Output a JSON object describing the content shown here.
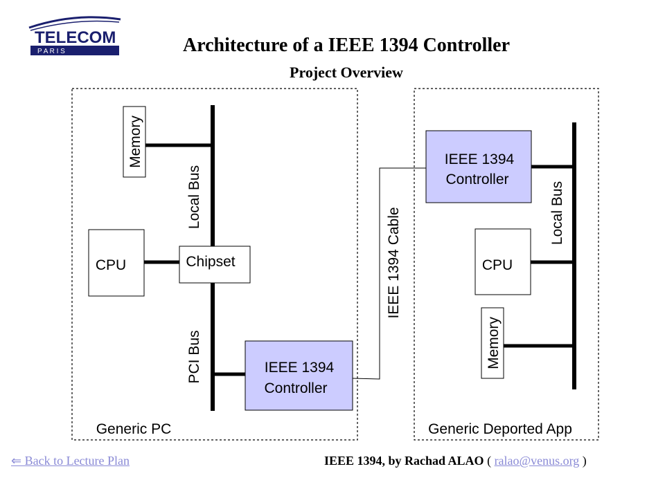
{
  "header": {
    "logo_top": "TELECOM",
    "logo_bottom": "P A R I S",
    "title": "Architecture of a IEEE 1394 Controller",
    "subtitle": "Project Overview"
  },
  "diagram": {
    "generic_pc": {
      "label": "Generic PC",
      "memory": "Memory",
      "local_bus": "Local Bus",
      "cpu": "CPU",
      "chipset": "Chipset",
      "pci_bus": "PCI Bus",
      "controller_line1": "IEEE 1394",
      "controller_line2": "Controller"
    },
    "cable_label": "IEEE 1394 Cable",
    "deported_app": {
      "label": "Generic Deported App",
      "controller_line1": "IEEE 1394",
      "controller_line2": "Controller",
      "local_bus": "Local Bus",
      "cpu": "CPU",
      "memory": "Memory"
    },
    "colors": {
      "controller_fill": "#ccccff",
      "line": "#000000",
      "link": "#8a8ad6"
    }
  },
  "footer": {
    "back_link": "⇐ Back to Lecture Plan",
    "credit": "IEEE 1394, by Rachad ALAO",
    "paren_open": "(",
    "email": "ralao@venus.org",
    "paren_close": ")"
  }
}
